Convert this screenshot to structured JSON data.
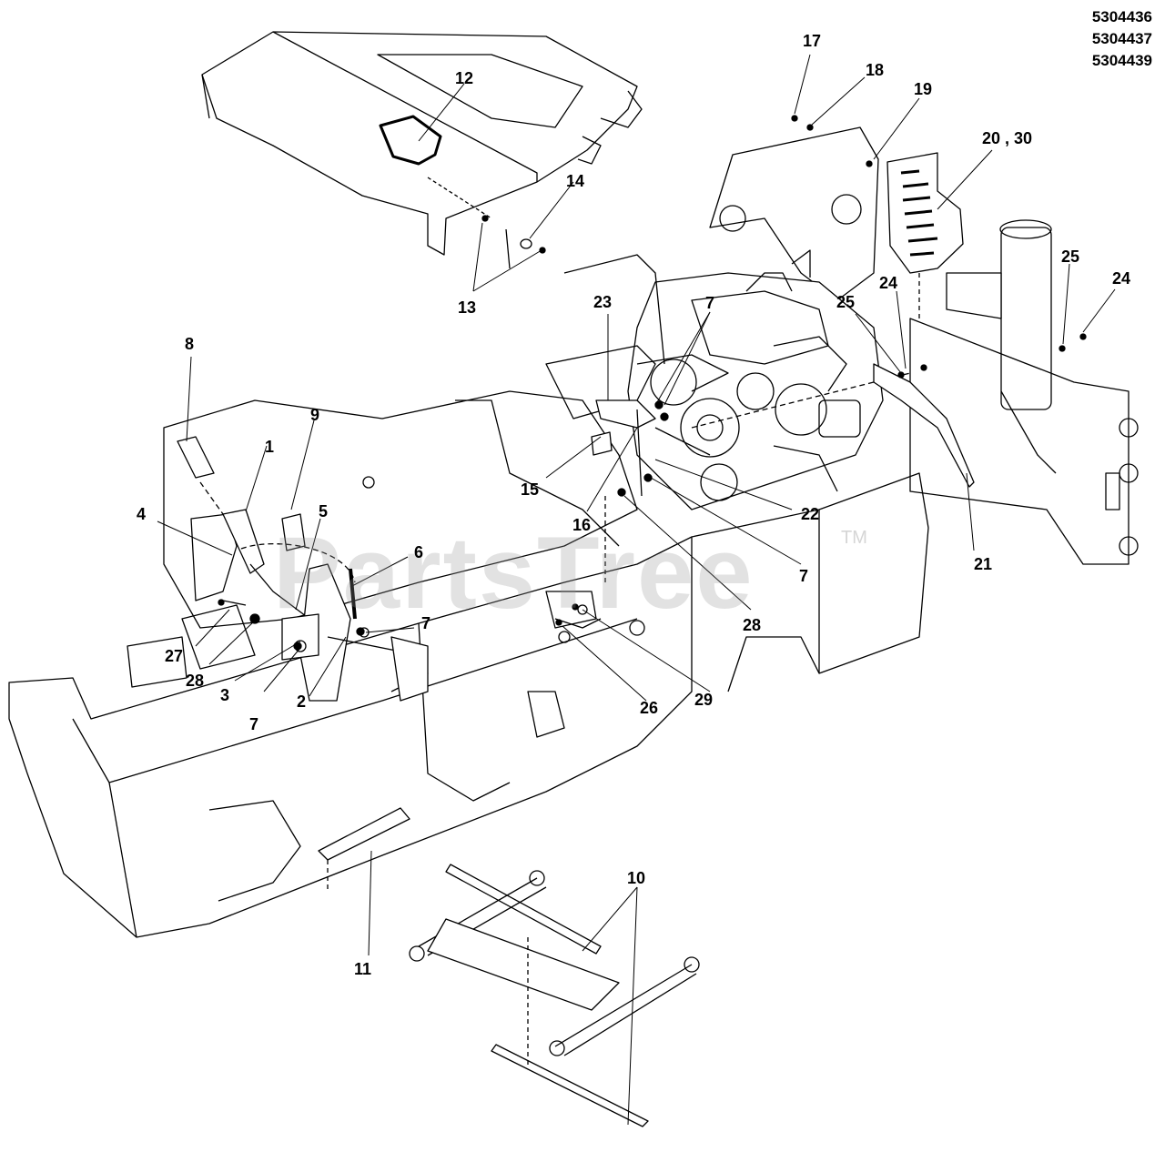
{
  "model_numbers": [
    "5304436",
    "5304437",
    "5304439"
  ],
  "watermark": {
    "text": "PartsTree",
    "mark": "TM"
  },
  "callouts": [
    {
      "id": "c1",
      "label": "1"
    },
    {
      "id": "c2",
      "label": "2"
    },
    {
      "id": "c3",
      "label": "3"
    },
    {
      "id": "c4",
      "label": "4"
    },
    {
      "id": "c5",
      "label": "5"
    },
    {
      "id": "c6",
      "label": "6"
    },
    {
      "id": "c7a",
      "label": "7"
    },
    {
      "id": "c7b",
      "label": "7"
    },
    {
      "id": "c7c",
      "label": "7"
    },
    {
      "id": "c7d",
      "label": "7"
    },
    {
      "id": "c8",
      "label": "8"
    },
    {
      "id": "c9",
      "label": "9"
    },
    {
      "id": "c10",
      "label": "10"
    },
    {
      "id": "c11",
      "label": "11"
    },
    {
      "id": "c12",
      "label": "12"
    },
    {
      "id": "c13",
      "label": "13"
    },
    {
      "id": "c14",
      "label": "14"
    },
    {
      "id": "c15",
      "label": "15"
    },
    {
      "id": "c16",
      "label": "16"
    },
    {
      "id": "c17",
      "label": "17"
    },
    {
      "id": "c18",
      "label": "18"
    },
    {
      "id": "c19",
      "label": "19"
    },
    {
      "id": "c20",
      "label": "20 , 30"
    },
    {
      "id": "c21",
      "label": "21"
    },
    {
      "id": "c22",
      "label": "22"
    },
    {
      "id": "c23",
      "label": "23"
    },
    {
      "id": "c24a",
      "label": "24"
    },
    {
      "id": "c24b",
      "label": "24"
    },
    {
      "id": "c25a",
      "label": "25"
    },
    {
      "id": "c25b",
      "label": "25"
    },
    {
      "id": "c26",
      "label": "26"
    },
    {
      "id": "c27",
      "label": "27"
    },
    {
      "id": "c28a",
      "label": "28"
    },
    {
      "id": "c28b",
      "label": "28"
    },
    {
      "id": "c29",
      "label": "29"
    }
  ]
}
